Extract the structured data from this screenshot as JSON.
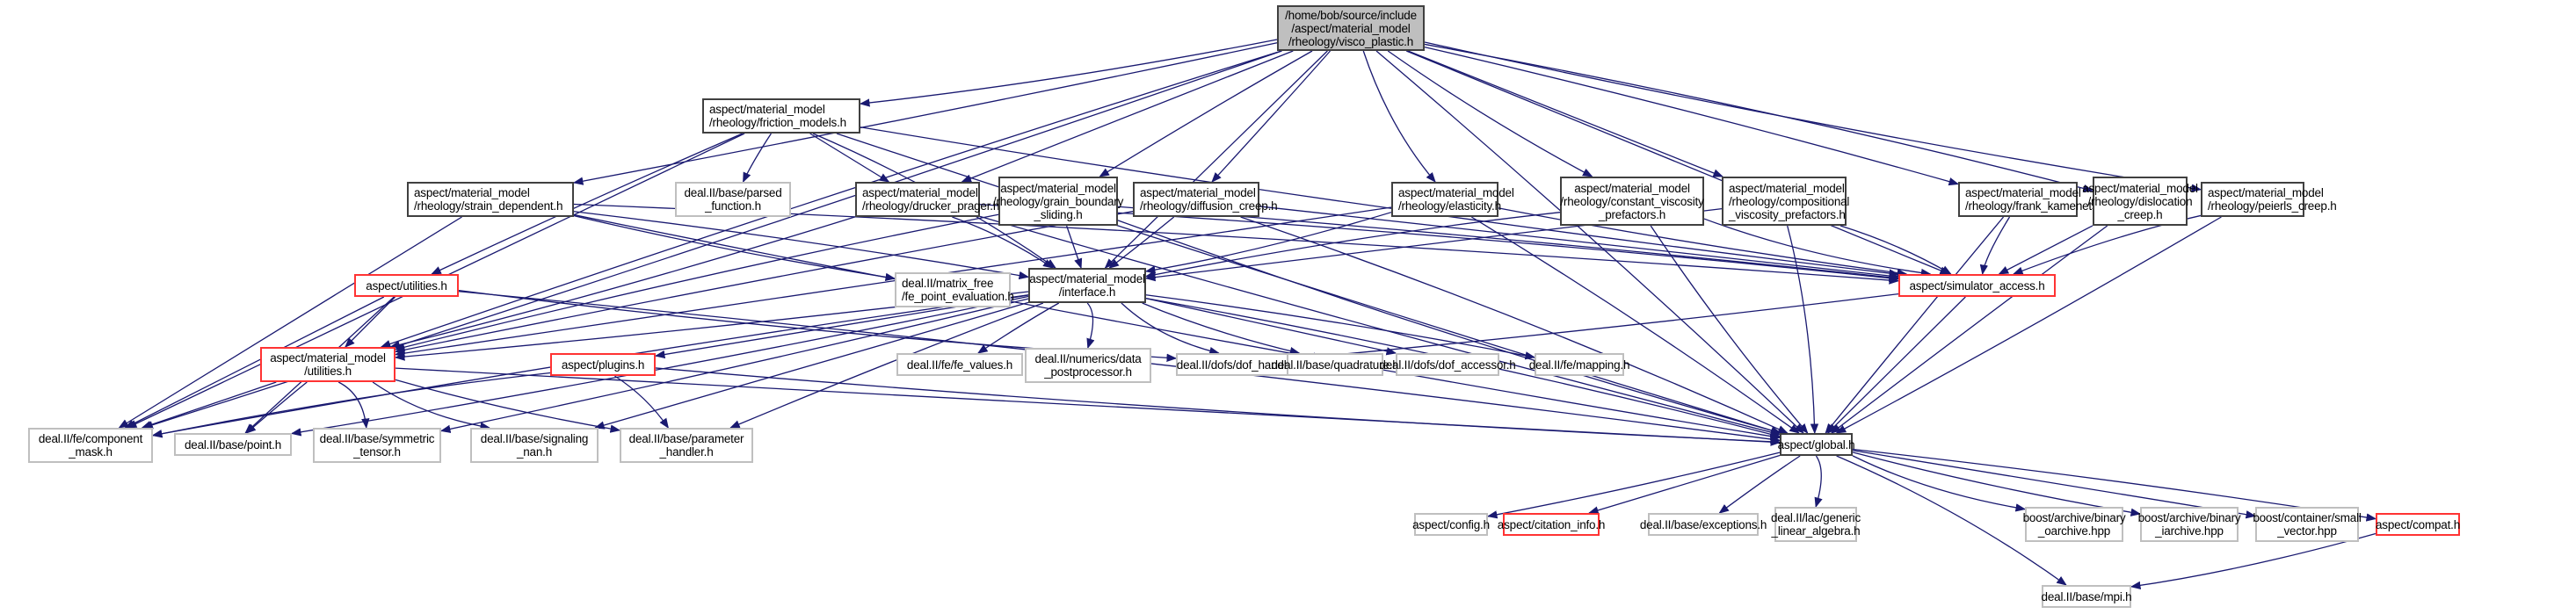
{
  "diagram": {
    "type": "include-dependency-graph",
    "edge_color": "#191970",
    "legend_colors": {
      "root_fill": "#bfbfbf",
      "documented_border": "#404040",
      "external_border": "#bfbfbf",
      "truncated_border": "#ff0000"
    },
    "nodes": [
      {
        "id": "visco_plastic",
        "label": "/home/bob/source/include\n/aspect/material_model\n/rheology/visco_plastic.h",
        "kind": "root"
      },
      {
        "id": "friction_models",
        "label": "aspect/material_model\n/rheology/friction_models.h",
        "kind": "doc"
      },
      {
        "id": "strain_dependent",
        "label": "aspect/material_model\n/rheology/strain_dependent.h",
        "kind": "doc"
      },
      {
        "id": "parsed_function",
        "label": "deal.II/base/parsed\n_function.h",
        "kind": "ext"
      },
      {
        "id": "drucker_prager",
        "label": "aspect/material_model\n/rheology/drucker_prager.h",
        "kind": "doc"
      },
      {
        "id": "grain_boundary_sliding",
        "label": "aspect/material_model\n/rheology/grain_boundary\n_sliding.h",
        "kind": "doc"
      },
      {
        "id": "diffusion_creep",
        "label": "aspect/material_model\n/rheology/diffusion_creep.h",
        "kind": "doc"
      },
      {
        "id": "elasticity",
        "label": "aspect/material_model\n/rheology/elasticity.h",
        "kind": "doc"
      },
      {
        "id": "constant_viscosity_prefactors",
        "label": "aspect/material_model\n/rheology/constant_viscosity\n_prefactors.h",
        "kind": "doc"
      },
      {
        "id": "compositional_viscosity_prefactors",
        "label": "aspect/material_model\n/rheology/compositional\n_viscosity_prefactors.h",
        "kind": "doc"
      },
      {
        "id": "frank_kamenetskii",
        "label": "aspect/material_model\n/rheology/frank_kamenetskii.h",
        "kind": "doc"
      },
      {
        "id": "dislocation_creep",
        "label": "aspect/material_model\n/rheology/dislocation\n_creep.h",
        "kind": "doc"
      },
      {
        "id": "peierls_creep",
        "label": "aspect/material_model\n/rheology/peierls_creep.h",
        "kind": "doc"
      },
      {
        "id": "aspect_utilities",
        "label": "aspect/utilities.h",
        "kind": "truncated"
      },
      {
        "id": "fe_point_evaluation",
        "label": "deal.II/matrix_free\n/fe_point_evaluation.h",
        "kind": "ext"
      },
      {
        "id": "interface",
        "label": "aspect/material_model\n/interface.h",
        "kind": "doc"
      },
      {
        "id": "simulator_access",
        "label": "aspect/simulator_access.h",
        "kind": "truncated"
      },
      {
        "id": "mm_utilities",
        "label": "aspect/material_model\n/utilities.h",
        "kind": "truncated"
      },
      {
        "id": "plugins",
        "label": "aspect/plugins.h",
        "kind": "truncated"
      },
      {
        "id": "fe_values",
        "label": "deal.II/fe/fe_values.h",
        "kind": "ext"
      },
      {
        "id": "data_postprocessor",
        "label": "deal.II/numerics/data\n_postprocessor.h",
        "kind": "ext"
      },
      {
        "id": "dof_handler",
        "label": "deal.II/dofs/dof_handler.h",
        "kind": "ext"
      },
      {
        "id": "quadrature",
        "label": "deal.II/base/quadrature.h",
        "kind": "ext"
      },
      {
        "id": "dof_accessor",
        "label": "deal.II/dofs/dof_accessor.h",
        "kind": "ext"
      },
      {
        "id": "mapping",
        "label": "deal.II/fe/mapping.h",
        "kind": "ext"
      },
      {
        "id": "component_mask",
        "label": "deal.II/fe/component\n_mask.h",
        "kind": "ext"
      },
      {
        "id": "point",
        "label": "deal.II/base/point.h",
        "kind": "ext"
      },
      {
        "id": "symmetric_tensor",
        "label": "deal.II/base/symmetric\n_tensor.h",
        "kind": "ext"
      },
      {
        "id": "signaling_nan",
        "label": "deal.II/base/signaling\n_nan.h",
        "kind": "ext"
      },
      {
        "id": "parameter_handler",
        "label": "deal.II/base/parameter\n_handler.h",
        "kind": "ext"
      },
      {
        "id": "global",
        "label": "aspect/global.h",
        "kind": "doc"
      },
      {
        "id": "config",
        "label": "aspect/config.h",
        "kind": "ext"
      },
      {
        "id": "citation_info",
        "label": "aspect/citation_info.h",
        "kind": "truncated"
      },
      {
        "id": "exceptions",
        "label": "deal.II/base/exceptions.h",
        "kind": "ext"
      },
      {
        "id": "generic_linear_algebra",
        "label": "deal.II/lac/generic\n_linear_algebra.h",
        "kind": "ext"
      },
      {
        "id": "binary_oarchive",
        "label": "boost/archive/binary\n_oarchive.hpp",
        "kind": "ext"
      },
      {
        "id": "binary_iarchive",
        "label": "boost/archive/binary\n_iarchive.hpp",
        "kind": "ext"
      },
      {
        "id": "small_vector",
        "label": "boost/container/small\n_vector.hpp",
        "kind": "ext"
      },
      {
        "id": "compat",
        "label": "aspect/compat.h",
        "kind": "truncated"
      },
      {
        "id": "mpi",
        "label": "deal.II/base/mpi.h",
        "kind": "ext"
      }
    ],
    "edges": [
      [
        "visco_plastic",
        "friction_models"
      ],
      [
        "visco_plastic",
        "strain_dependent"
      ],
      [
        "visco_plastic",
        "drucker_prager"
      ],
      [
        "visco_plastic",
        "grain_boundary_sliding"
      ],
      [
        "visco_plastic",
        "diffusion_creep"
      ],
      [
        "visco_plastic",
        "elasticity"
      ],
      [
        "visco_plastic",
        "constant_viscosity_prefactors"
      ],
      [
        "visco_plastic",
        "compositional_viscosity_prefactors"
      ],
      [
        "visco_plastic",
        "frank_kamenetskii"
      ],
      [
        "visco_plastic",
        "dislocation_creep"
      ],
      [
        "visco_plastic",
        "peierls_creep"
      ],
      [
        "visco_plastic",
        "interface"
      ],
      [
        "visco_plastic",
        "simulator_access"
      ],
      [
        "visco_plastic",
        "global"
      ],
      [
        "visco_plastic",
        "mm_utilities"
      ],
      [
        "visco_plastic",
        "component_mask"
      ],
      [
        "friction_models",
        "parsed_function"
      ],
      [
        "friction_models",
        "drucker_prager"
      ],
      [
        "friction_models",
        "aspect_utilities"
      ],
      [
        "friction_models",
        "interface"
      ],
      [
        "friction_models",
        "simulator_access"
      ],
      [
        "friction_models",
        "global"
      ],
      [
        "friction_models",
        "component_mask"
      ],
      [
        "strain_dependent",
        "interface"
      ],
      [
        "strain_dependent",
        "simulator_access"
      ],
      [
        "strain_dependent",
        "global"
      ],
      [
        "strain_dependent",
        "fe_point_evaluation"
      ],
      [
        "strain_dependent",
        "component_mask"
      ],
      [
        "drucker_prager",
        "interface"
      ],
      [
        "drucker_prager",
        "simulator_access"
      ],
      [
        "drucker_prager",
        "mm_utilities"
      ],
      [
        "drucker_prager",
        "global"
      ],
      [
        "grain_boundary_sliding",
        "interface"
      ],
      [
        "grain_boundary_sliding",
        "simulator_access"
      ],
      [
        "grain_boundary_sliding",
        "mm_utilities"
      ],
      [
        "grain_boundary_sliding",
        "global"
      ],
      [
        "diffusion_creep",
        "interface"
      ],
      [
        "diffusion_creep",
        "simulator_access"
      ],
      [
        "diffusion_creep",
        "mm_utilities"
      ],
      [
        "diffusion_creep",
        "global"
      ],
      [
        "elasticity",
        "interface"
      ],
      [
        "elasticity",
        "simulator_access"
      ],
      [
        "elasticity",
        "mm_utilities"
      ],
      [
        "elasticity",
        "global"
      ],
      [
        "constant_viscosity_prefactors",
        "interface"
      ],
      [
        "constant_viscosity_prefactors",
        "simulator_access"
      ],
      [
        "constant_viscosity_prefactors",
        "global"
      ],
      [
        "compositional_viscosity_prefactors",
        "interface"
      ],
      [
        "compositional_viscosity_prefactors",
        "simulator_access"
      ],
      [
        "compositional_viscosity_prefactors",
        "global"
      ],
      [
        "frank_kamenetskii",
        "simulator_access"
      ],
      [
        "frank_kamenetskii",
        "global"
      ],
      [
        "dislocation_creep",
        "simulator_access"
      ],
      [
        "dislocation_creep",
        "global"
      ],
      [
        "peierls_creep",
        "simulator_access"
      ],
      [
        "peierls_creep",
        "global"
      ],
      [
        "aspect_utilities",
        "mm_utilities"
      ],
      [
        "aspect_utilities",
        "component_mask"
      ],
      [
        "aspect_utilities",
        "point"
      ],
      [
        "aspect_utilities",
        "global"
      ],
      [
        "aspect_utilities",
        "dof_handler"
      ],
      [
        "interface",
        "mm_utilities"
      ],
      [
        "interface",
        "plugins"
      ],
      [
        "interface",
        "fe_values"
      ],
      [
        "interface",
        "data_postprocessor"
      ],
      [
        "interface",
        "dof_handler"
      ],
      [
        "interface",
        "quadrature"
      ],
      [
        "interface",
        "dof_accessor"
      ],
      [
        "interface",
        "mapping"
      ],
      [
        "interface",
        "component_mask"
      ],
      [
        "interface",
        "point"
      ],
      [
        "interface",
        "symmetric_tensor"
      ],
      [
        "interface",
        "signaling_nan"
      ],
      [
        "interface",
        "parameter_handler"
      ],
      [
        "interface",
        "global"
      ],
      [
        "simulator_access",
        "global"
      ],
      [
        "simulator_access",
        "dof_handler"
      ],
      [
        "mm_utilities",
        "component_mask"
      ],
      [
        "mm_utilities",
        "point"
      ],
      [
        "mm_utilities",
        "symmetric_tensor"
      ],
      [
        "mm_utilities",
        "signaling_nan"
      ],
      [
        "mm_utilities",
        "parameter_handler"
      ],
      [
        "mm_utilities",
        "global"
      ],
      [
        "plugins",
        "parameter_handler"
      ],
      [
        "plugins",
        "component_mask"
      ],
      [
        "plugins",
        "global"
      ],
      [
        "global",
        "config"
      ],
      [
        "global",
        "citation_info"
      ],
      [
        "global",
        "exceptions"
      ],
      [
        "global",
        "generic_linear_algebra"
      ],
      [
        "global",
        "binary_oarchive"
      ],
      [
        "global",
        "binary_iarchive"
      ],
      [
        "global",
        "small_vector"
      ],
      [
        "global",
        "compat"
      ],
      [
        "global",
        "mpi"
      ],
      [
        "compat",
        "mpi"
      ]
    ]
  }
}
